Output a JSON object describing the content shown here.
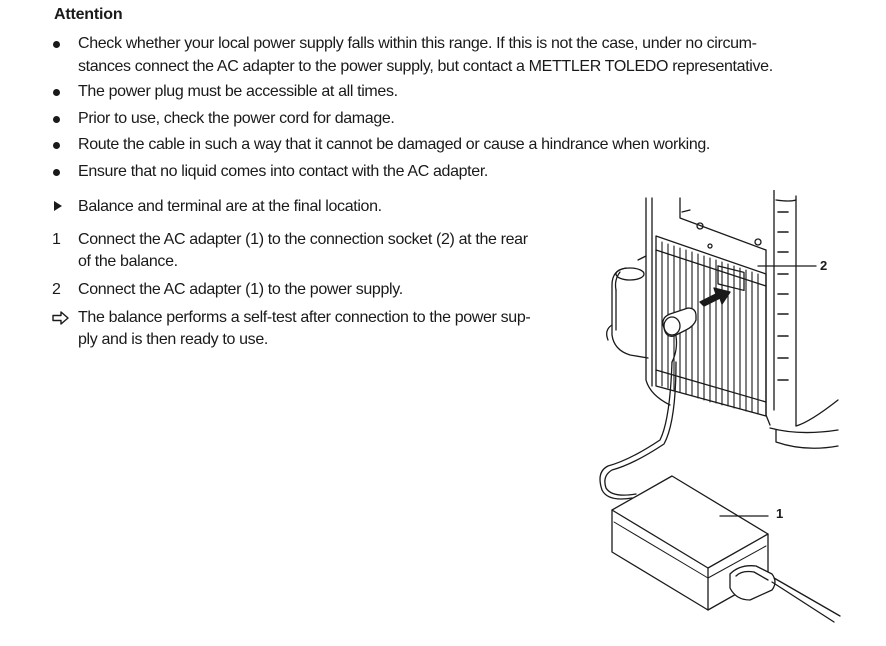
{
  "attention": {
    "heading": "Attention",
    "bullets": [
      {
        "line1": "Check whether your local power supply falls within this range. If this is not the case, under no circum-",
        "line2": "stances connect the AC adapter to the power supply, but contact a METTLER TOLEDO representative."
      },
      {
        "line1": "The power plug must be accessible at all times."
      },
      {
        "line1": "Prior to use, check the power cord for damage."
      },
      {
        "line1": "Route the cable in such a way that it cannot be damaged or cause a hindrance when working."
      },
      {
        "line1": "Ensure that no liquid comes into contact with the AC adapter."
      }
    ]
  },
  "procedure": {
    "prerequisite": "Balance and terminal are at the final location.",
    "steps": [
      {
        "number": "1",
        "line1": "Connect the AC adapter (1) to the connection socket (2) at the rear",
        "line2": "of the balance."
      },
      {
        "number": "2",
        "line1": "Connect the AC adapter (1) to the power supply."
      }
    ],
    "result": {
      "line1": "The balance performs a self-test after connection to the power sup-",
      "line2": "ply and is then ready to use."
    }
  },
  "figure": {
    "callout_1": "1",
    "callout_2": "2"
  }
}
